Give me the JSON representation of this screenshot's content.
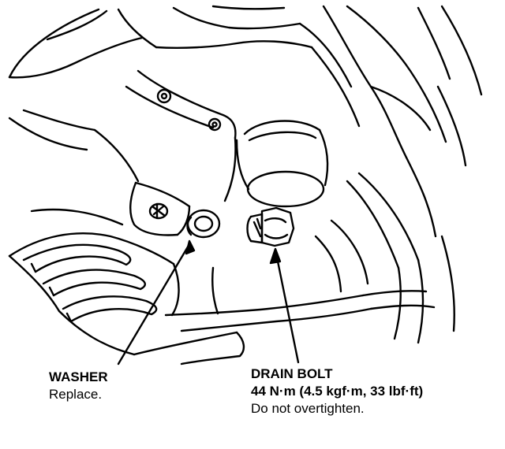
{
  "callouts": {
    "washer": {
      "title": "WASHER",
      "note": "Replace."
    },
    "drain_bolt": {
      "title": "DRAIN BOLT",
      "spec": "44 N·m (4.5 kgf·m, 33 lbf·ft)",
      "note": "Do not overtighten."
    }
  }
}
